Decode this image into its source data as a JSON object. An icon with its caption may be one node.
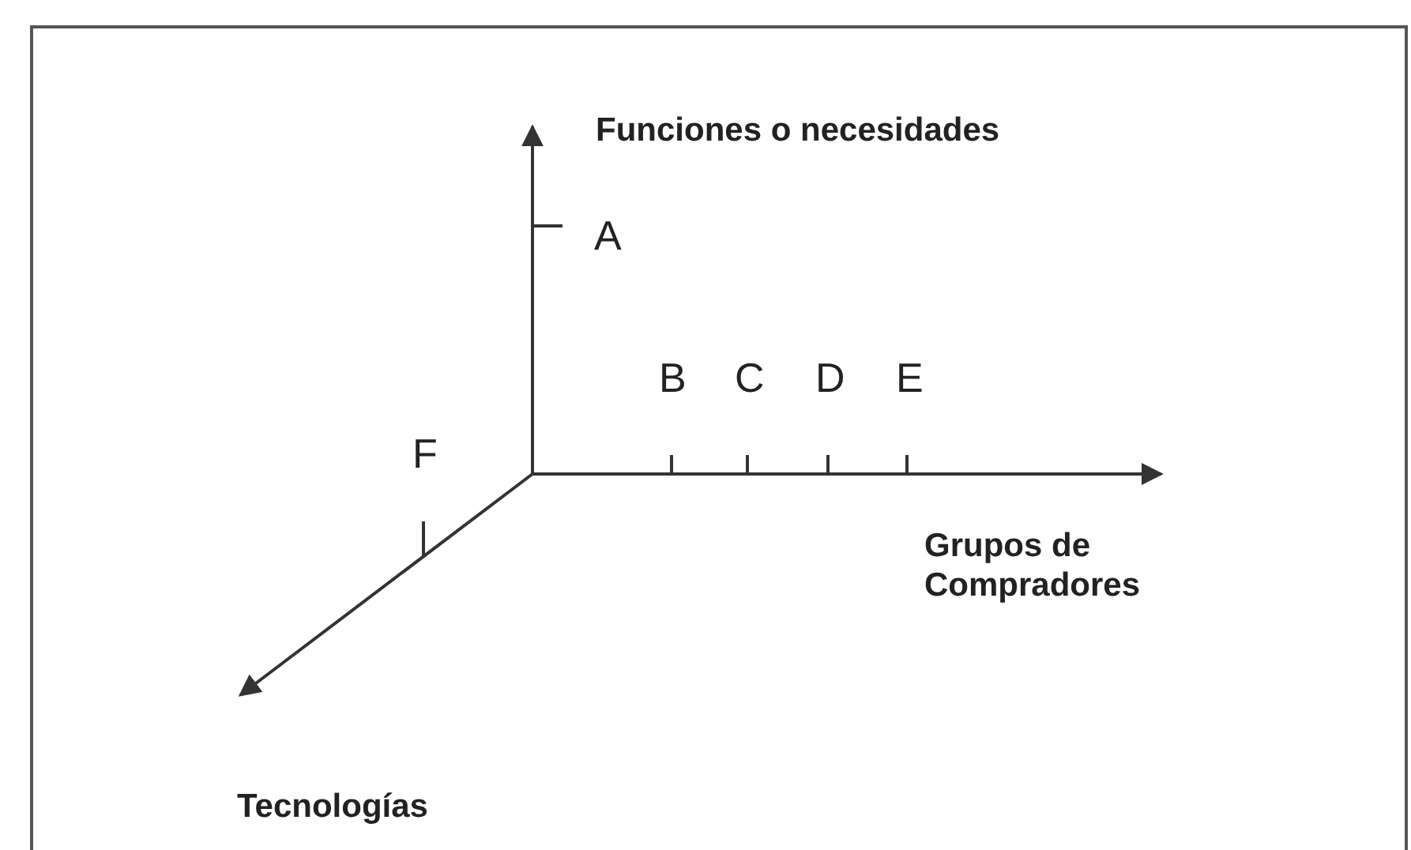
{
  "diagram": {
    "labels": [
      "Funciones o necesidades",
      "A",
      "B",
      "C",
      "D",
      "E",
      "F",
      "Grupos de Compradores",
      "Tecnologías"
    ]
  }
}
